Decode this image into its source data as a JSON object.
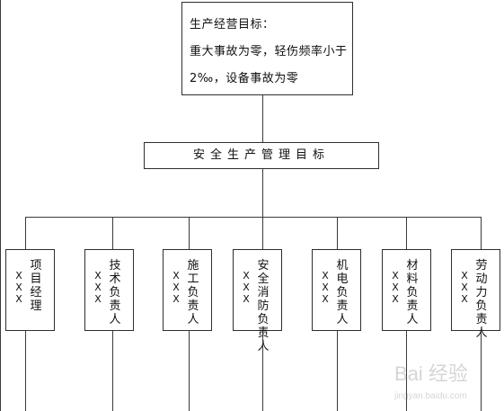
{
  "top_box": {
    "lines": [
      "生产经营目标：",
      "重大事故为零，轻伤频率小于",
      "2‰，设备事故为零"
    ]
  },
  "mid_box": {
    "label": "安全生产管理目标"
  },
  "roles": [
    {
      "name": "项目经理",
      "placeholder": "XXX"
    },
    {
      "name": "技术负责人",
      "placeholder": "XXX"
    },
    {
      "name": "施工负责人",
      "placeholder": "XXX"
    },
    {
      "name": "安全消防负责人",
      "placeholder": "XXX"
    },
    {
      "name": "机电负责人",
      "placeholder": "XXX"
    },
    {
      "name": "材料负责人",
      "placeholder": "XXX"
    },
    {
      "name": "劳动力负责人",
      "placeholder": "XXX"
    }
  ],
  "watermark": {
    "text": "Bai 经验",
    "url": "jingyan.baidu.com"
  }
}
